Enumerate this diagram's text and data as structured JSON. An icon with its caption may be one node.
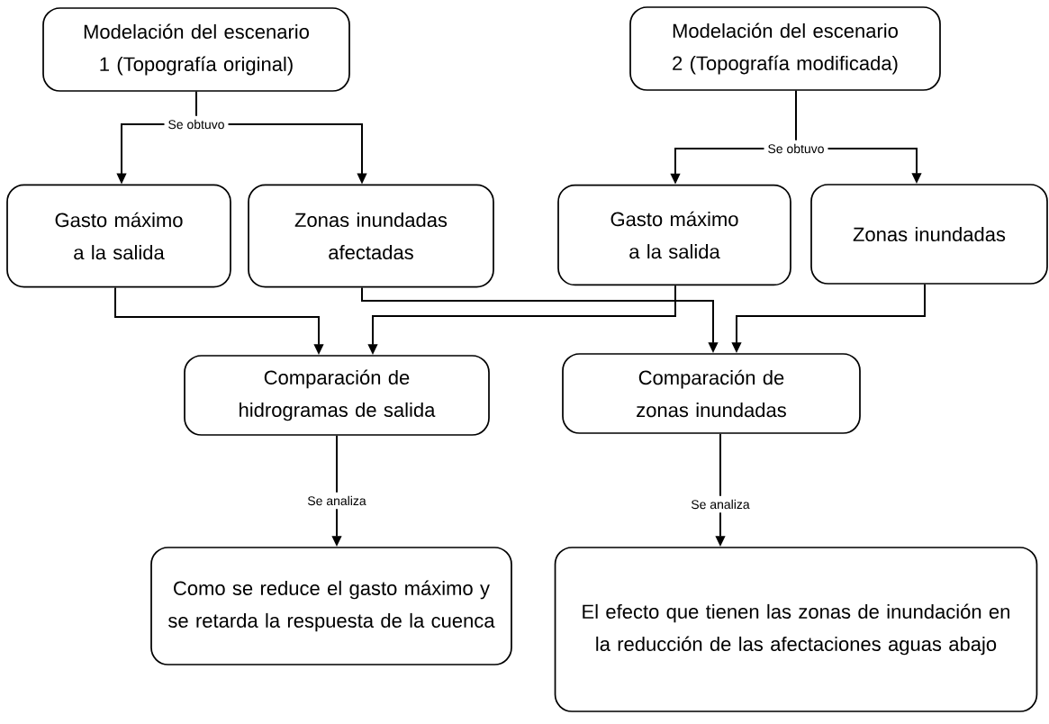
{
  "diagram": {
    "nodes": [
      {
        "text": [
          "Modelación del escenario 1 (Topografía original)"
        ]
      },
      {
        "text": [
          "Modelación del escenario 2 (Topografía modificada)"
        ]
      },
      {
        "text": [
          "Gasto máximo a la salida"
        ]
      },
      {
        "text": [
          "Zonas inundadas afectadas"
        ]
      },
      {
        "text": [
          "Gasto máximo a la salida"
        ]
      },
      {
        "text": [
          "Zonas inundadas"
        ]
      },
      {
        "text": [
          "Comparación de hidrogramas de salida"
        ]
      },
      {
        "text": [
          "Comparación de zonas inundadas"
        ]
      },
      {
        "text": [
          "Como se reduce el gasto máximo y se retarda la respuesta de la cuenca"
        ]
      },
      {
        "text": [
          "El efecto que tienen las zonas de inundación en la reducción de las afectaciones aguas abajo"
        ]
      }
    ],
    "edges": [
      {
        "from": 0,
        "to": 2,
        "arrow": "to",
        "label": "Se obtuvo"
      },
      {
        "from": 0,
        "to": 3,
        "arrow": "to"
      },
      {
        "from": 1,
        "to": 4,
        "arrow": "to",
        "label": "Se obtuvo"
      },
      {
        "from": 1,
        "to": 5,
        "arrow": "to"
      },
      {
        "from": 2,
        "to": 6,
        "arrow": "to"
      },
      {
        "from": 4,
        "to": 6,
        "arrow": "to"
      },
      {
        "from": 3,
        "to": 7,
        "arrow": "to"
      },
      {
        "from": 5,
        "to": 7,
        "arrow": "to"
      },
      {
        "from": 6,
        "to": 8,
        "arrow": "to",
        "label": "Se analiza"
      },
      {
        "from": 7,
        "to": 9,
        "arrow": "to",
        "label": "Se analiza"
      }
    ]
  }
}
